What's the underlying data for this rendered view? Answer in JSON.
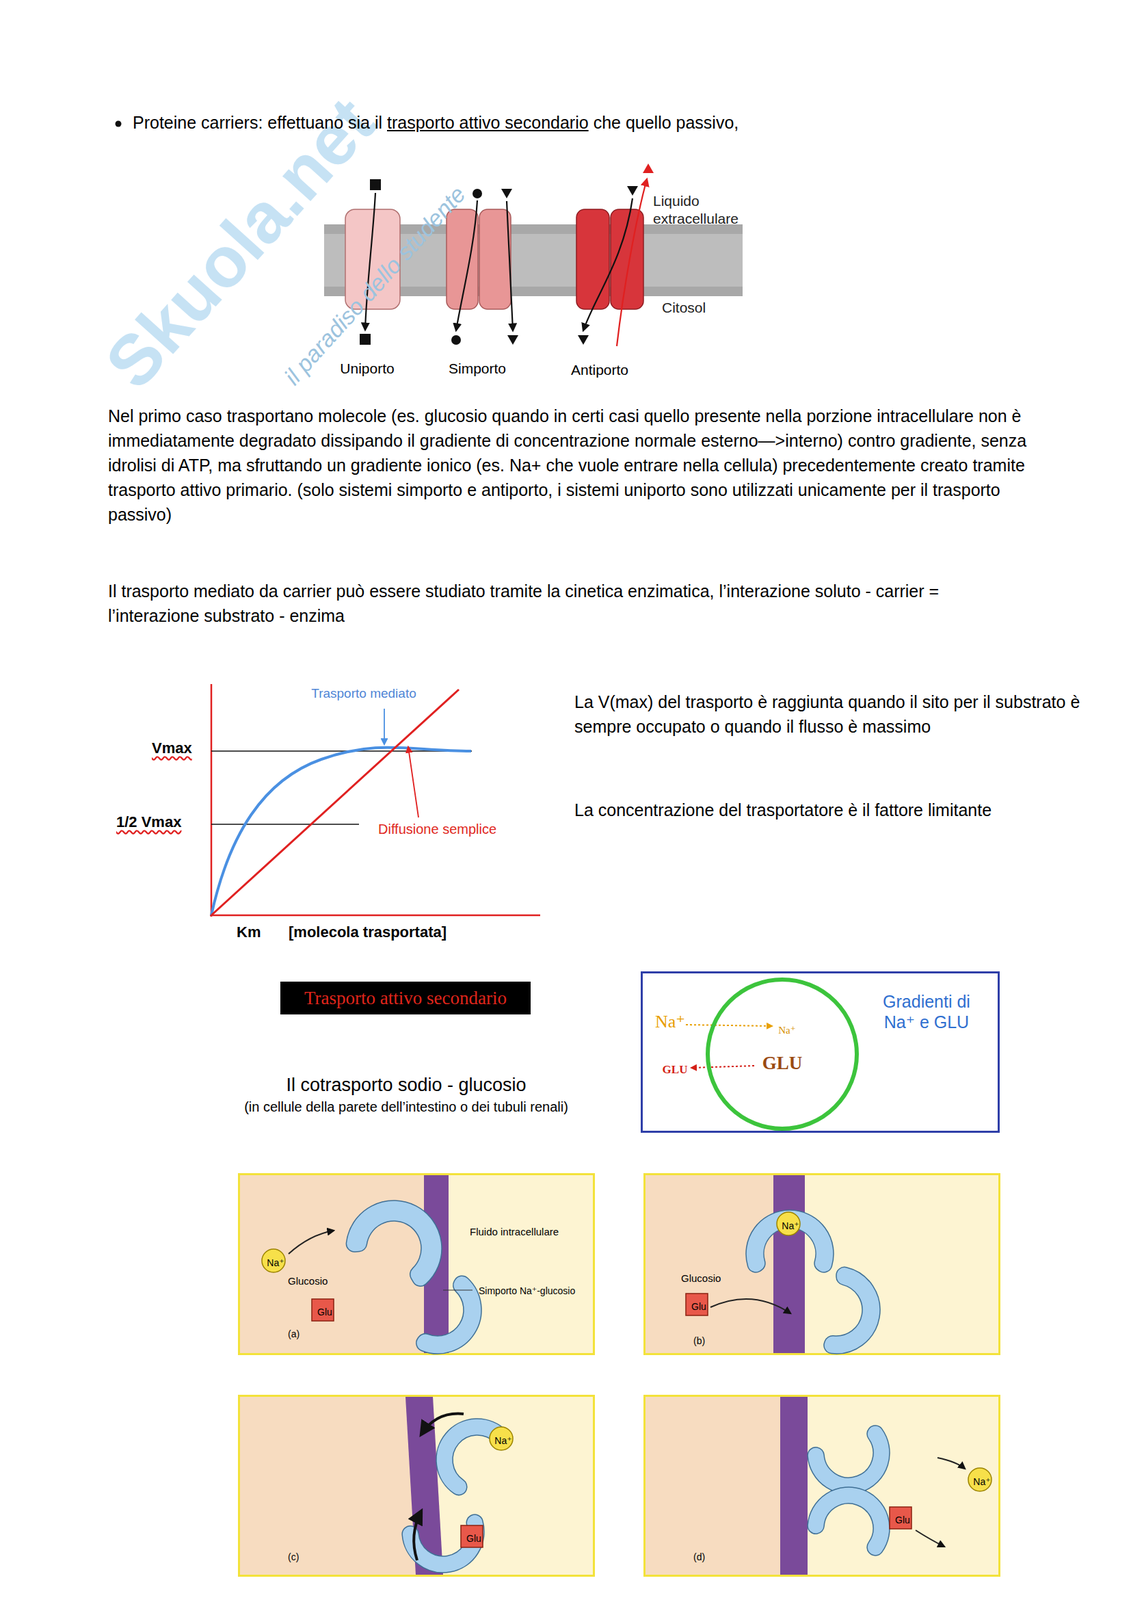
{
  "diagram": {
    "nodes": [
      {
        "text": [
          "Trasporto attivo secondario"
        ]
      },
      {
        "text": [
          "Gradienti di Na⁺ e GLU",
          "Na⁺",
          "GLU"
        ]
      },
      {
        "text": [
          "Na⁺",
          "GLU"
        ],
        "in": 1
      },
      {
        "text": [
          "Fluido intracellulare",
          "Na⁺",
          "Glucosio",
          "Glu",
          "Simporto Na⁺-glucosio",
          "(a)"
        ]
      },
      {
        "text": [
          "Na⁺",
          "Glucosio",
          "Glu",
          "(b)"
        ]
      },
      {
        "text": [
          "Na⁺",
          "Glu",
          "(c)"
        ]
      },
      {
        "text": [
          "Na⁺",
          "Glu",
          "(d)"
        ]
      }
    ],
    "labels": [
      "Skuola.net",
      "il paradiso dello studente",
      "Proteine carriers: effettuano sia il",
      "trasporto attivo secondario",
      "che quello passivo,",
      "Uniporto",
      "Simporto",
      "Antiporto",
      "Liquido extracellulare",
      "Citosol",
      "Nel primo caso trasportano molecole (es. glucosio quando in certi casi quello presente nella porzione intracellulare non è immediatamente degradato dissipando il gradiente di concentrazione normale esterno—>interno) contro gradiente, senza idrolisi di ATP, ma sfruttando un gradiente ionico (es. Na+ che vuole entrare nella cellula) precedentemente creato tramite trasporto attivo primario. (solo sistemi simporto e antiporto, i sistemi uniporto sono utilizzati unicamente per il trasporto passivo)",
      "Il trasporto mediato da carrier può essere studiato tramite la cinetica enzimatica, l’interazione soluto - carrier = l’interazione substrato - enzima",
      "Trasporto mediato",
      "Vmax",
      "1/2 Vmax",
      "Diffusione semplice",
      "Km",
      "[molecola trasportata]",
      "La V(max) del trasporto è raggiunta quando il sito per il substrato è sempre occupato o quando il flusso è massimo",
      "La concentrazione del trasportatore è il fattore limitante",
      "Il cotrasporto sodio - glucosio",
      "(in cellule della parete dell’intestino o dei tubuli renali)"
    ]
  }
}
